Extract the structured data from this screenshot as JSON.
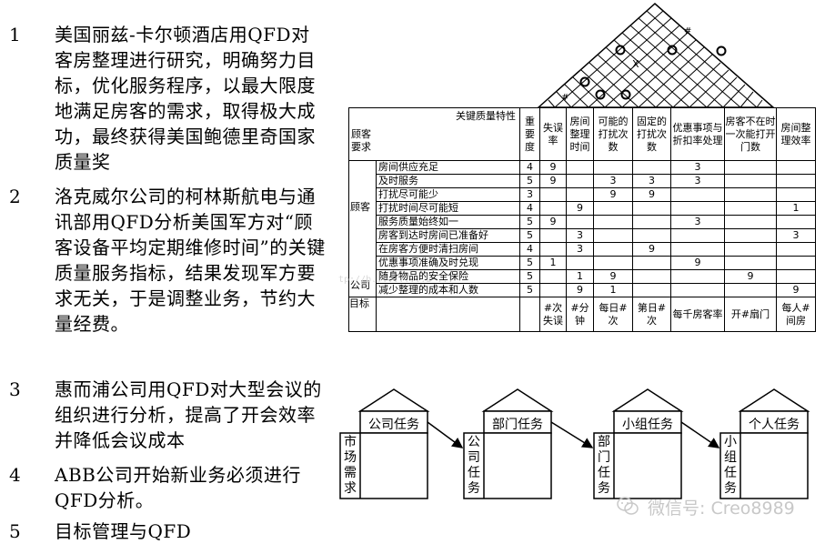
{
  "list": [
    {
      "num": "1",
      "text": "美国丽兹-卡尔顿酒店用QFD对客房整理进行研究，明确努力目标，优化服务程序，以最大限度地满足房客的需求，取得极大成功，最终获得美国鲍德里奇国家质量奖"
    },
    {
      "num": "2",
      "text": "洛克威尔公司的柯林斯航电与通讯部用QFD分析美国军方对“顾客设备平均定期维修时间”的关键质量服务指标，结果发现军方要求无关，于是调整业务，节约大量经费。"
    },
    {
      "num": "3",
      "text": "惠而浦公司用QFD对大型会议的组织进行分析，提高了开会效率并降低会议成本"
    },
    {
      "num": "4",
      "text": "ABB公司开始新业务必须进行QFD分析。"
    },
    {
      "num": "5",
      "text": "目标管理与QFD"
    }
  ],
  "roof": {
    "marks": [
      "#",
      "X",
      "#"
    ]
  },
  "table": {
    "corner_top": "关键质量特性",
    "corner_bottom": "顾客要求",
    "importance_header": "重要度",
    "columns": [
      "失误率",
      "房间整理时间",
      "可能的打扰次数",
      "固定的打扰次数",
      "优惠事项与折扣率处理",
      "房客不在时一次能打开门数",
      "房间整理效率"
    ],
    "side_groups": [
      "顾客",
      "公司"
    ],
    "rows": [
      {
        "req": "房间供应充足",
        "imp": "4",
        "cells": [
          "9",
          "",
          "",
          "",
          "3",
          "",
          ""
        ]
      },
      {
        "req": "及时服务",
        "imp": "5",
        "cells": [
          "9",
          "",
          "3",
          "3",
          "3",
          "",
          ""
        ]
      },
      {
        "req": "打扰尽可能少",
        "imp": "3",
        "cells": [
          "",
          "",
          "9",
          "9",
          "",
          "",
          ""
        ]
      },
      {
        "req": "打扰时间尽可能短",
        "imp": "4",
        "cells": [
          "",
          "9",
          "",
          "",
          "",
          "",
          "1"
        ]
      },
      {
        "req": "服务质量始终如一",
        "imp": "5",
        "cells": [
          "9",
          "",
          "",
          "",
          "3",
          "",
          ""
        ]
      },
      {
        "req": "房客到达时房间已准备好",
        "imp": "5",
        "cells": [
          "",
          "3",
          "",
          "",
          "",
          "",
          "3"
        ]
      },
      {
        "req": "在房客方便时清扫房间",
        "imp": "4",
        "cells": [
          "",
          "3",
          "",
          "9",
          "",
          "",
          ""
        ]
      },
      {
        "req": "优惠事项准确及时兑现",
        "imp": "5",
        "cells": [
          "1",
          "",
          "",
          "",
          "9",
          "",
          ""
        ]
      },
      {
        "req": "随身物品的安全保险",
        "imp": "5",
        "cells": [
          "",
          "1",
          "9",
          "",
          "",
          "9",
          ""
        ]
      },
      {
        "req": "减少整理的成本和人数",
        "imp": "5",
        "cells": [
          "",
          "9",
          "1",
          "",
          "",
          "",
          "9"
        ]
      }
    ],
    "target_label": "目标",
    "targets": [
      "#次失误",
      "#分钟",
      "每日#次",
      "第日#次",
      "每千房客率",
      "开#扇门",
      "每人#间房"
    ]
  },
  "houses": [
    {
      "title": "公司任务",
      "side": "市场需求"
    },
    {
      "title": "部门任务",
      "side": "公司任务"
    },
    {
      "title": "小组任务",
      "side": "部门任务"
    },
    {
      "title": "个人任务",
      "side": "小组任务"
    }
  ],
  "watermark": "微信号: Creo8989",
  "faint_url": "tp://b..........z_..."
}
